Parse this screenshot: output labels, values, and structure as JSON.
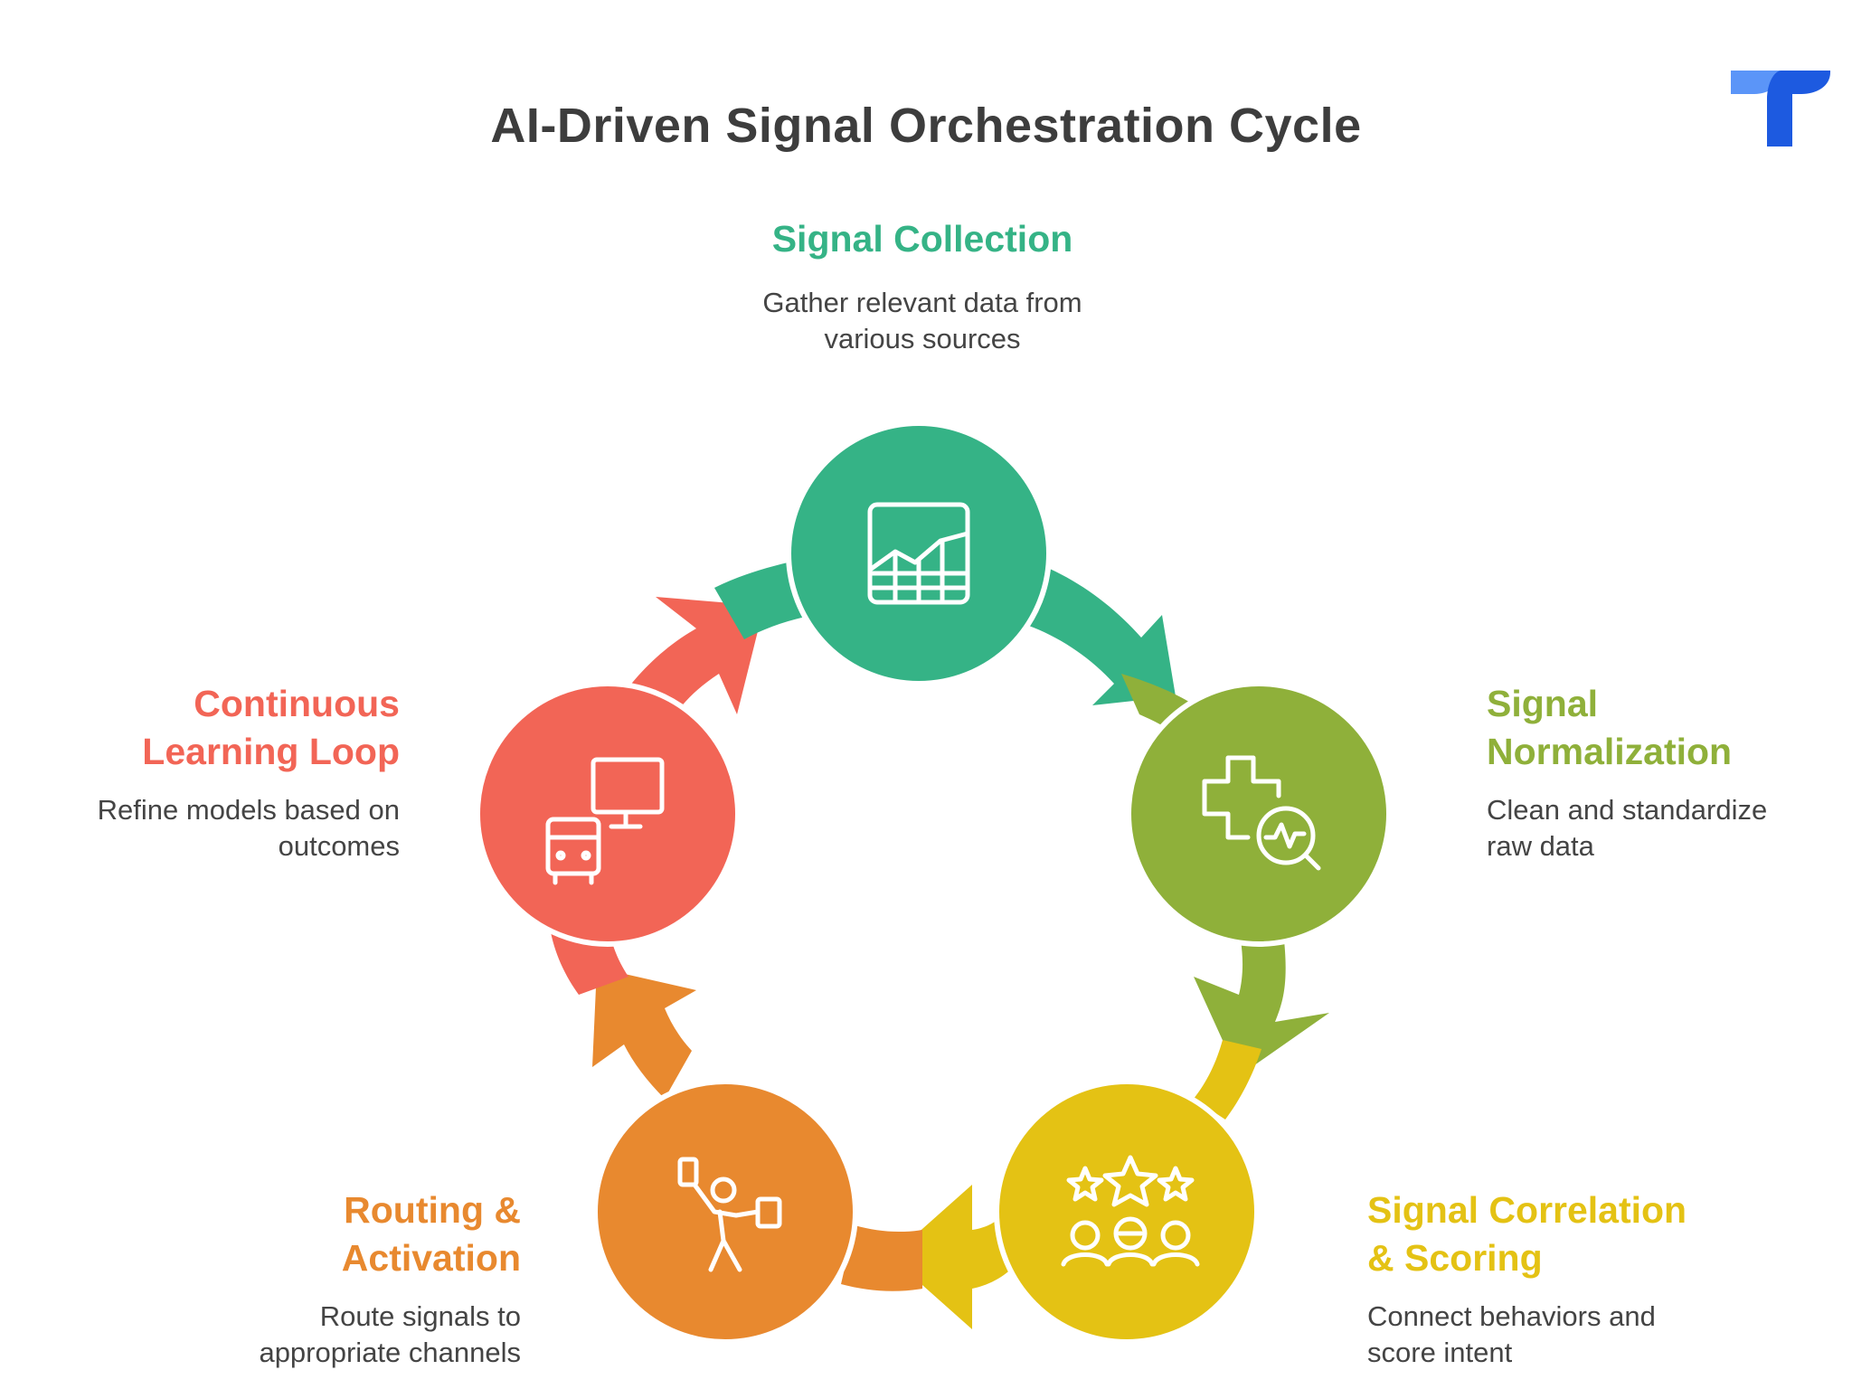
{
  "title": "AI-Driven Signal Orchestration Cycle",
  "logo": {
    "icon": "brand-logo-icon",
    "colors": [
      "#4e8df7",
      "#1c4fd8"
    ]
  },
  "steps": [
    {
      "title_lines": [
        "Signal Collection"
      ],
      "description_lines": [
        "Gather relevant data from",
        "various sources"
      ],
      "color": "#35b386",
      "icon": "chart-grid-icon"
    },
    {
      "title_lines": [
        "Signal",
        "Normalization"
      ],
      "description_lines": [
        "Clean and standardize",
        "raw data"
      ],
      "color": "#8fb03a",
      "icon": "health-search-icon"
    },
    {
      "title_lines": [
        "Signal Correlation",
        "& Scoring"
      ],
      "description_lines": [
        "Connect behaviors and",
        "score intent"
      ],
      "color": "#e4c214",
      "icon": "stars-people-icon"
    },
    {
      "title_lines": [
        "Routing &",
        "Activation"
      ],
      "description_lines": [
        "Route signals to",
        "appropriate channels"
      ],
      "color": "#e8892f",
      "icon": "person-route-icon"
    },
    {
      "title_lines": [
        "Continuous",
        "Learning Loop"
      ],
      "description_lines": [
        "Refine models based on",
        "outcomes"
      ],
      "color": "#f26556",
      "icon": "devices-icon"
    }
  ]
}
